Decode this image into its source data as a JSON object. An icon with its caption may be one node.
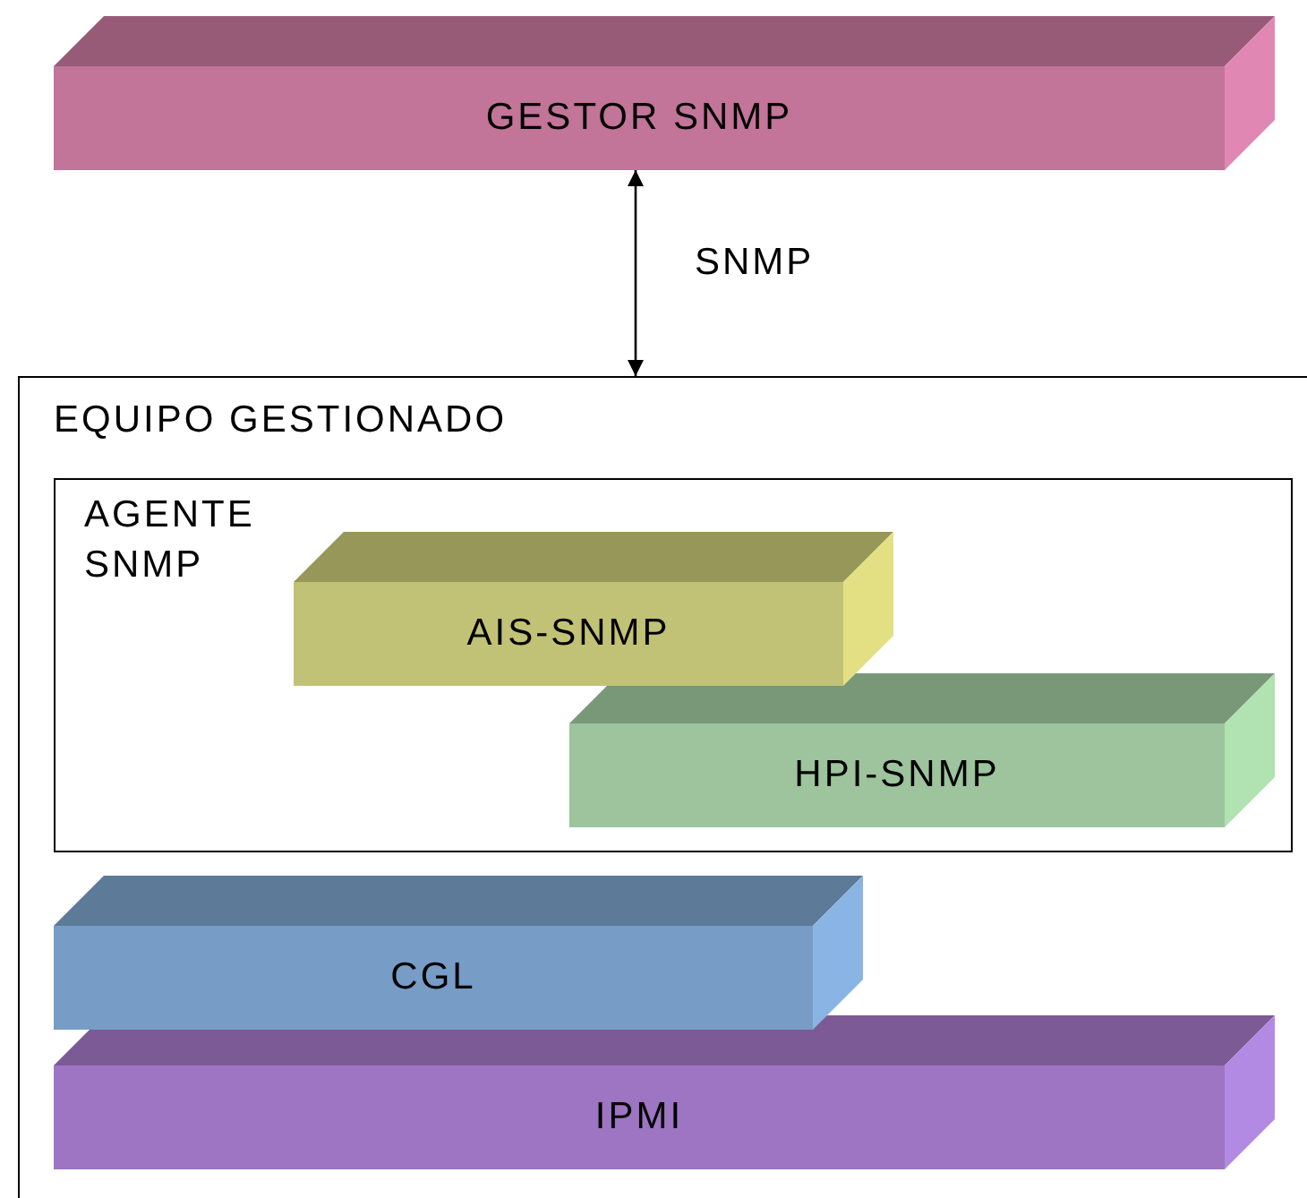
{
  "diagram": {
    "nodes": [
      {
        "text": [
          "GESTOR SNMP"
        ]
      },
      {
        "text": [
          "EQUIPO GESTIONADO"
        ]
      },
      {
        "text": [
          "AGENTE SNMP"
        ],
        "in": 1
      },
      {
        "text": [
          "AIS-SNMP"
        ],
        "in": 2
      },
      {
        "text": [
          "HPI-SNMP"
        ],
        "in": 2
      },
      {
        "text": [
          "CGL"
        ],
        "in": 1
      },
      {
        "text": [
          "IPMI"
        ],
        "in": 1
      }
    ],
    "edges": [
      {
        "from": 0,
        "to": 1,
        "arrow": "both",
        "label": "SNMP"
      }
    ]
  }
}
